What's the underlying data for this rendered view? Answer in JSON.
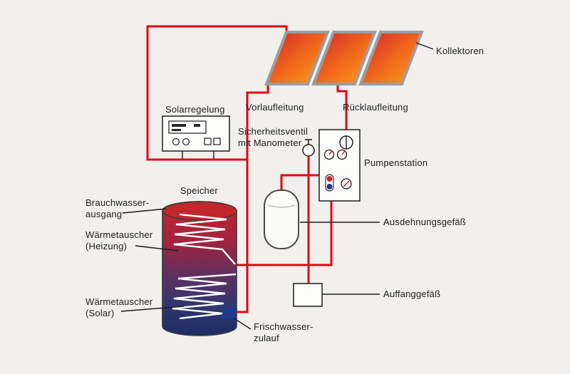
{
  "labels": {
    "kollektoren": "Kollektoren",
    "solarregelung": "Solarregelung",
    "vorlaufleitung": "Vorlaufleitung",
    "ruecklaufleitung": "Rücklaufleitung",
    "sicherheitsventil": "Sicherheitsventil\nmit Manometer",
    "pumpenstation": "Pumpenstation",
    "speicher": "Speicher",
    "brauchwasserausgang": "Brauchwasser-\nausgang",
    "waermetauscher_heizung": "Wärmetauscher\n(Heizung)",
    "waermetauscher_solar": "Wärmetauscher\n(Solar)",
    "ausdehnungsgefaess": "Ausdehnungsgefäß",
    "auffanggefaess": "Auffanggefäß",
    "frischwasserzulauf": "Frischwasser-\nzulauf"
  },
  "colors": {
    "background": "#f1f0ed",
    "pipe_red": "#e30613",
    "panel_gradient_start": "#d2232a",
    "panel_gradient_mid": "#f26a1b",
    "panel_gradient_end": "#ffa51c",
    "panel_frame_gray": "#9b9da0",
    "tank_top_red": "#c1262c",
    "tank_bottom_blue": "#1c2c63",
    "fresh_water_blue": "#1d3a8c",
    "line_black": "#1c1c1c",
    "component_fill": "#fdfdfc"
  }
}
